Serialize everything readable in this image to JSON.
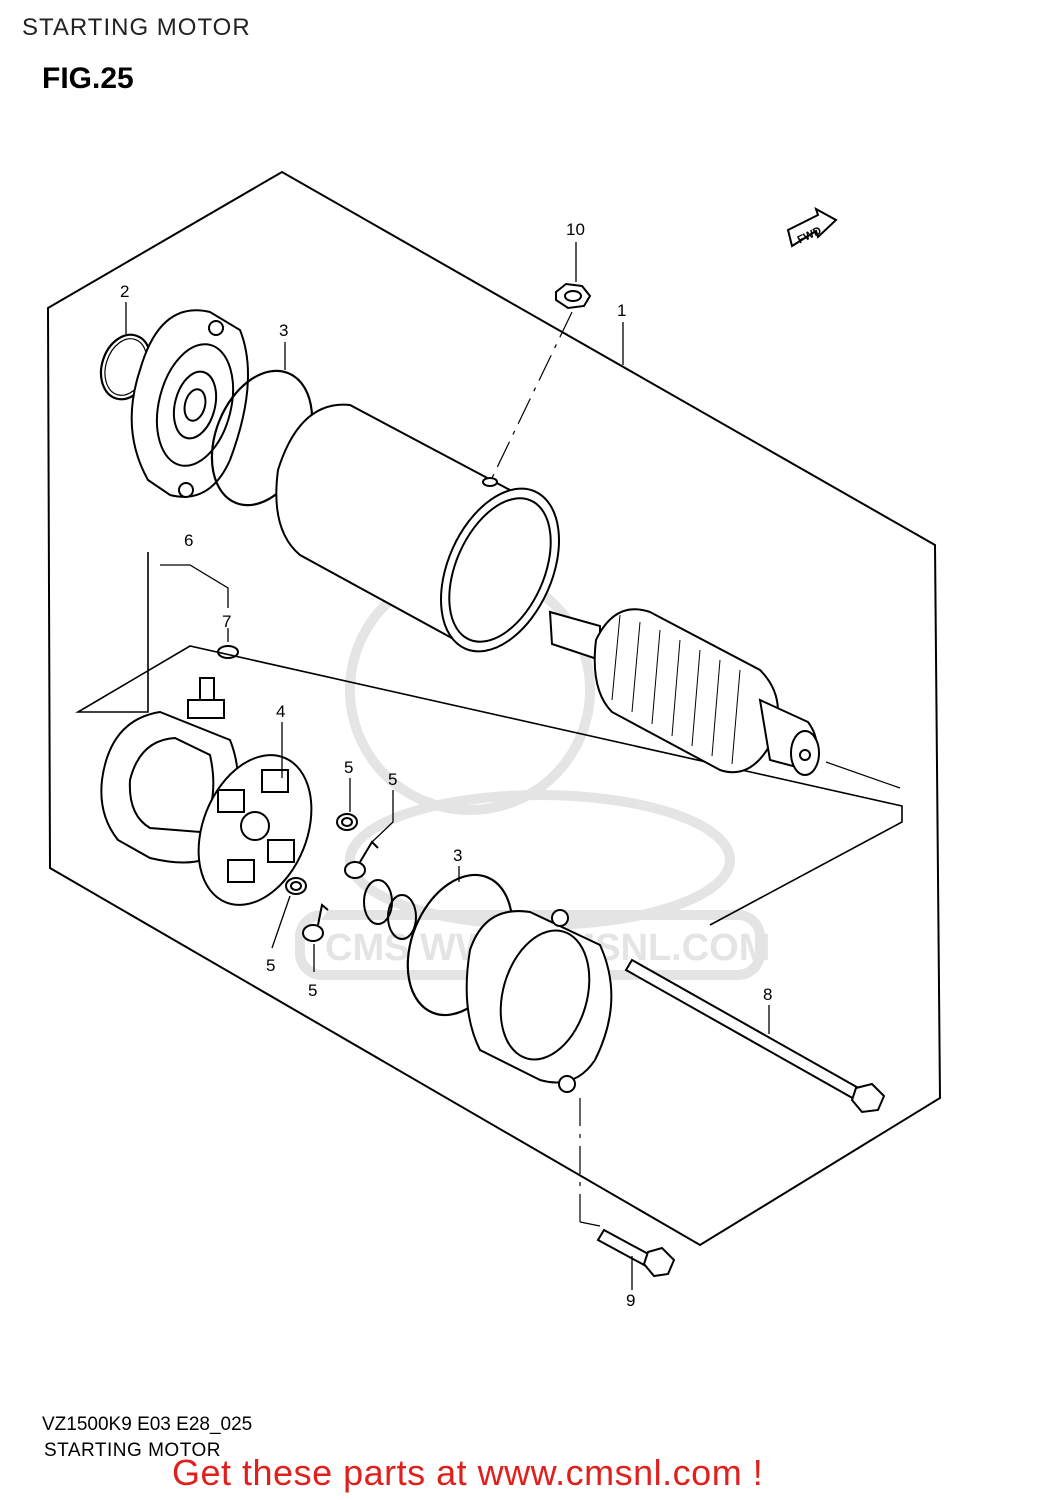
{
  "header": {
    "title": "STARTING MOTOR",
    "figure_label": "FIG.25"
  },
  "diagram": {
    "fwd_badge": "FWD",
    "watermark": "CMS WWW.CMSNL.COM",
    "callouts": [
      "1",
      "2",
      "3",
      "3",
      "4",
      "5",
      "5",
      "5",
      "5",
      "6",
      "7",
      "8",
      "9",
      "10"
    ]
  },
  "footer": {
    "model_code": "VZ1500K9 E03 E28_025",
    "title": "STARTING MOTOR",
    "promo_text": "Get these parts at www.cmsnl.com !",
    "promo_color": "#e0201c"
  }
}
